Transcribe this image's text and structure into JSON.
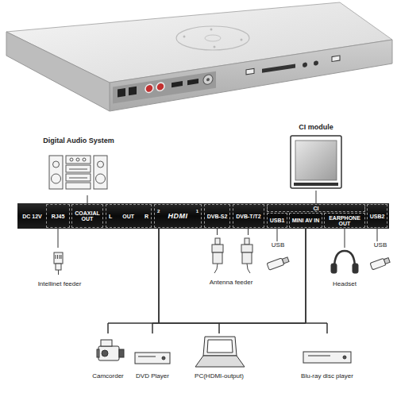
{
  "diagram": {
    "nodes": [
      {
        "text": [
          "Digital Audio System"
        ]
      },
      {
        "text": [
          "CI module"
        ]
      },
      {
        "text": [
          "RJ45"
        ]
      },
      {
        "text": [
          "COAXIAL OUT"
        ]
      },
      {
        "text": [
          "L",
          "OUT",
          "R"
        ]
      },
      {
        "text": [
          "2",
          "HDMI",
          "1"
        ]
      },
      {
        "text": [
          "DVB-S2"
        ]
      },
      {
        "text": [
          "DVB-T/T2"
        ]
      },
      {
        "text": [
          "CI"
        ]
      },
      {
        "text": [
          "USB1"
        ]
      },
      {
        "text": [
          "MINI AV IN"
        ]
      },
      {
        "text": [
          "EARPHONE OUT"
        ]
      },
      {
        "text": [
          "USB2"
        ]
      },
      {
        "text": [
          "Intellinet feeder"
        ]
      },
      {
        "text": [
          "Antenna feeder"
        ]
      },
      {
        "text": [
          "USB"
        ]
      },
      {
        "text": [
          "Headset"
        ]
      },
      {
        "text": [
          "USB"
        ]
      },
      {
        "text": [
          "Camcorder"
        ]
      },
      {
        "text": [
          "DVD Player"
        ]
      },
      {
        "text": [
          "PC(HDMI-output)"
        ]
      },
      {
        "text": [
          "Blu-ray disc player"
        ]
      }
    ],
    "edges": [
      {
        "from": 3,
        "to": 0,
        "arrow": "none"
      },
      {
        "from": 8,
        "to": 1,
        "arrow": "none"
      },
      {
        "from": 2,
        "to": 13,
        "arrow": "none"
      },
      {
        "from": 6,
        "to": 14,
        "arrow": "none"
      },
      {
        "from": 7,
        "to": 14,
        "arrow": "none"
      },
      {
        "from": 9,
        "to": 15,
        "arrow": "none"
      },
      {
        "from": 11,
        "to": 16,
        "arrow": "none"
      },
      {
        "from": 12,
        "to": 17,
        "arrow": "none"
      },
      {
        "from": 5,
        "to": 18,
        "arrow": "none"
      },
      {
        "from": 5,
        "to": 19,
        "arrow": "none"
      },
      {
        "from": 5,
        "to": 20,
        "arrow": "none"
      },
      {
        "from": 5,
        "to": 21,
        "arrow": "none"
      },
      {
        "from": 10,
        "to": 18,
        "arrow": "none"
      },
      {
        "from": 10,
        "to": 19,
        "arrow": "none"
      },
      {
        "from": 10,
        "to": 20,
        "arrow": "none"
      },
      {
        "from": 10,
        "to": 21,
        "arrow": "none"
      }
    ],
    "labels": [
      "DC 12V"
    ]
  }
}
